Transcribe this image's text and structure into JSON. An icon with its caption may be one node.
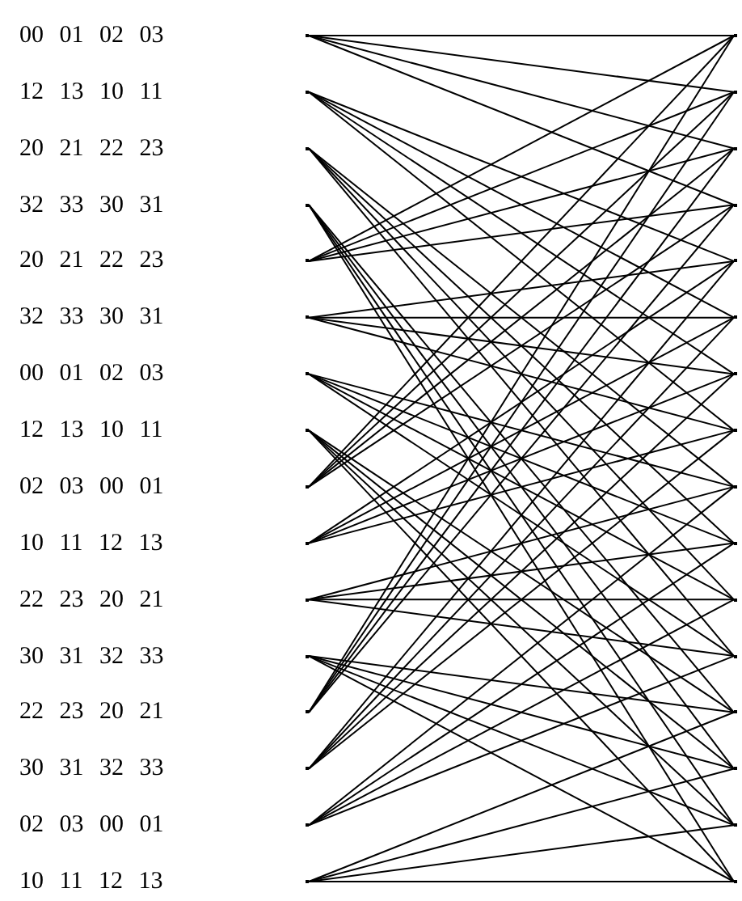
{
  "diagram": {
    "nodes": [
      {
        "text": [],
        "shape": "point"
      },
      {
        "text": [],
        "shape": "point"
      },
      {
        "text": [],
        "shape": "point"
      },
      {
        "text": [],
        "shape": "point"
      },
      {
        "text": [],
        "shape": "point"
      },
      {
        "text": [],
        "shape": "point"
      },
      {
        "text": [],
        "shape": "point"
      },
      {
        "text": [],
        "shape": "point"
      },
      {
        "text": [],
        "shape": "point"
      },
      {
        "text": [],
        "shape": "point"
      },
      {
        "text": [],
        "shape": "point"
      },
      {
        "text": [],
        "shape": "point"
      },
      {
        "text": [],
        "shape": "point"
      },
      {
        "text": [],
        "shape": "point"
      },
      {
        "text": [],
        "shape": "point"
      },
      {
        "text": [],
        "shape": "point"
      },
      {
        "text": [],
        "shape": "point"
      },
      {
        "text": [],
        "shape": "point"
      },
      {
        "text": [],
        "shape": "point"
      },
      {
        "text": [],
        "shape": "point"
      },
      {
        "text": [],
        "shape": "point"
      },
      {
        "text": [],
        "shape": "point"
      },
      {
        "text": [],
        "shape": "point"
      },
      {
        "text": [],
        "shape": "point"
      },
      {
        "text": [],
        "shape": "point"
      },
      {
        "text": [],
        "shape": "point"
      },
      {
        "text": [],
        "shape": "point"
      },
      {
        "text": [],
        "shape": "point"
      },
      {
        "text": [],
        "shape": "point"
      },
      {
        "text": [],
        "shape": "point"
      },
      {
        "text": [],
        "shape": "point"
      },
      {
        "text": [],
        "shape": "point"
      }
    ],
    "edges": [
      {
        "from": 0,
        "to": 16,
        "arrow": "none"
      },
      {
        "from": 0,
        "to": 17,
        "arrow": "none"
      },
      {
        "from": 0,
        "to": 18,
        "arrow": "none"
      },
      {
        "from": 0,
        "to": 19,
        "arrow": "none"
      },
      {
        "from": 1,
        "to": 20,
        "arrow": "none"
      },
      {
        "from": 1,
        "to": 21,
        "arrow": "none"
      },
      {
        "from": 1,
        "to": 22,
        "arrow": "none"
      },
      {
        "from": 1,
        "to": 23,
        "arrow": "none"
      },
      {
        "from": 2,
        "to": 24,
        "arrow": "none"
      },
      {
        "from": 2,
        "to": 25,
        "arrow": "none"
      },
      {
        "from": 2,
        "to": 26,
        "arrow": "none"
      },
      {
        "from": 2,
        "to": 27,
        "arrow": "none"
      },
      {
        "from": 3,
        "to": 28,
        "arrow": "none"
      },
      {
        "from": 3,
        "to": 29,
        "arrow": "none"
      },
      {
        "from": 3,
        "to": 30,
        "arrow": "none"
      },
      {
        "from": 3,
        "to": 31,
        "arrow": "none"
      },
      {
        "from": 4,
        "to": 16,
        "arrow": "none"
      },
      {
        "from": 4,
        "to": 17,
        "arrow": "none"
      },
      {
        "from": 4,
        "to": 18,
        "arrow": "none"
      },
      {
        "from": 4,
        "to": 19,
        "arrow": "none"
      },
      {
        "from": 5,
        "to": 20,
        "arrow": "none"
      },
      {
        "from": 5,
        "to": 21,
        "arrow": "none"
      },
      {
        "from": 5,
        "to": 22,
        "arrow": "none"
      },
      {
        "from": 5,
        "to": 23,
        "arrow": "none"
      },
      {
        "from": 6,
        "to": 24,
        "arrow": "none"
      },
      {
        "from": 6,
        "to": 25,
        "arrow": "none"
      },
      {
        "from": 6,
        "to": 26,
        "arrow": "none"
      },
      {
        "from": 6,
        "to": 27,
        "arrow": "none"
      },
      {
        "from": 7,
        "to": 28,
        "arrow": "none"
      },
      {
        "from": 7,
        "to": 29,
        "arrow": "none"
      },
      {
        "from": 7,
        "to": 30,
        "arrow": "none"
      },
      {
        "from": 7,
        "to": 31,
        "arrow": "none"
      },
      {
        "from": 8,
        "to": 16,
        "arrow": "none"
      },
      {
        "from": 8,
        "to": 17,
        "arrow": "none"
      },
      {
        "from": 8,
        "to": 18,
        "arrow": "none"
      },
      {
        "from": 8,
        "to": 19,
        "arrow": "none"
      },
      {
        "from": 9,
        "to": 20,
        "arrow": "none"
      },
      {
        "from": 9,
        "to": 21,
        "arrow": "none"
      },
      {
        "from": 9,
        "to": 22,
        "arrow": "none"
      },
      {
        "from": 9,
        "to": 23,
        "arrow": "none"
      },
      {
        "from": 10,
        "to": 24,
        "arrow": "none"
      },
      {
        "from": 10,
        "to": 25,
        "arrow": "none"
      },
      {
        "from": 10,
        "to": 26,
        "arrow": "none"
      },
      {
        "from": 10,
        "to": 27,
        "arrow": "none"
      },
      {
        "from": 11,
        "to": 28,
        "arrow": "none"
      },
      {
        "from": 11,
        "to": 29,
        "arrow": "none"
      },
      {
        "from": 11,
        "to": 30,
        "arrow": "none"
      },
      {
        "from": 11,
        "to": 31,
        "arrow": "none"
      },
      {
        "from": 12,
        "to": 16,
        "arrow": "none"
      },
      {
        "from": 12,
        "to": 17,
        "arrow": "none"
      },
      {
        "from": 12,
        "to": 18,
        "arrow": "none"
      },
      {
        "from": 12,
        "to": 19,
        "arrow": "none"
      },
      {
        "from": 13,
        "to": 20,
        "arrow": "none"
      },
      {
        "from": 13,
        "to": 21,
        "arrow": "none"
      },
      {
        "from": 13,
        "to": 22,
        "arrow": "none"
      },
      {
        "from": 13,
        "to": 23,
        "arrow": "none"
      },
      {
        "from": 14,
        "to": 24,
        "arrow": "none"
      },
      {
        "from": 14,
        "to": 25,
        "arrow": "none"
      },
      {
        "from": 14,
        "to": 26,
        "arrow": "none"
      },
      {
        "from": 14,
        "to": 27,
        "arrow": "none"
      },
      {
        "from": 15,
        "to": 28,
        "arrow": "none"
      },
      {
        "from": 15,
        "to": 29,
        "arrow": "none"
      },
      {
        "from": 15,
        "to": 30,
        "arrow": "none"
      },
      {
        "from": 15,
        "to": 31,
        "arrow": "none"
      }
    ],
    "labels": [
      "00 01 02 03",
      "12 13 10 11",
      "20 21 22 23",
      "32 33 30 31",
      "20 21 22 23",
      "32 33 30 31",
      "00 01 02 03",
      "12 13 10 11",
      "02 03 00 01",
      "10 11 12 13",
      "22 23 20 21",
      "30 31 32 33",
      "22 23 20 21",
      "30 31 32 33",
      "02 03 00 01",
      "10 11 12 13"
    ]
  }
}
